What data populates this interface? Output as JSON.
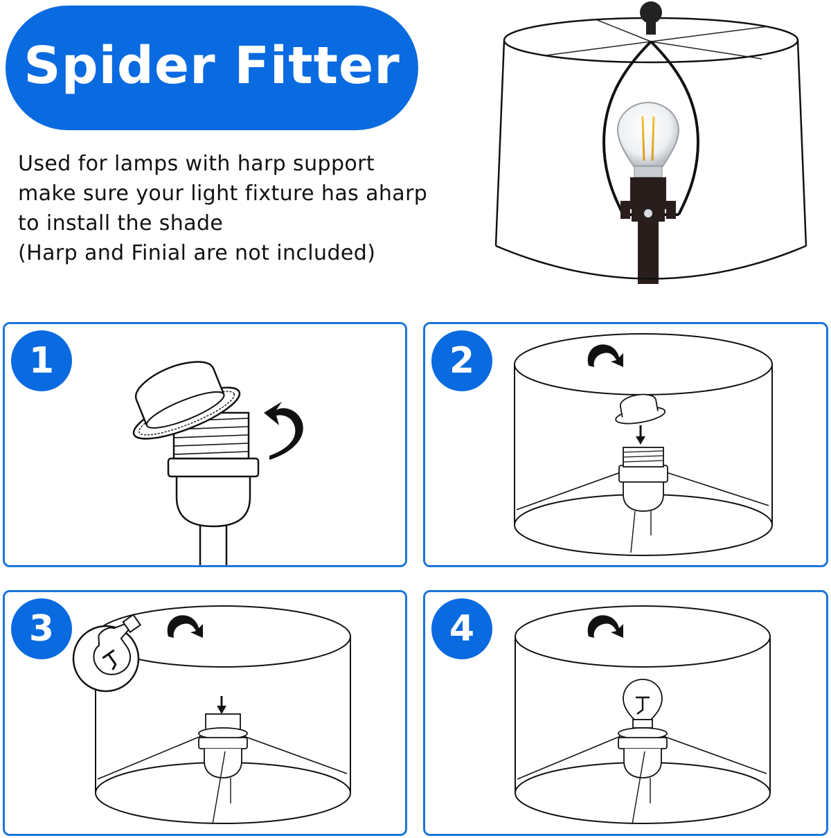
{
  "title": "Spider Fitter",
  "description": [
    "Used for lamps with harp support",
    "make sure your light fixture has aharp",
    "to install the shade",
    "(Harp and Finial are not included)"
  ],
  "steps": [
    {
      "number": "1"
    },
    {
      "number": "2"
    },
    {
      "number": "3"
    },
    {
      "number": "4"
    }
  ],
  "colors": {
    "accent": "#0a6ae0",
    "panel_border": "#1b75d8",
    "text": "#111111"
  },
  "icons": [
    "lampshade-harp-illustration",
    "rotate-arrow-icon",
    "down-arrow-icon",
    "light-bulb-icon"
  ]
}
